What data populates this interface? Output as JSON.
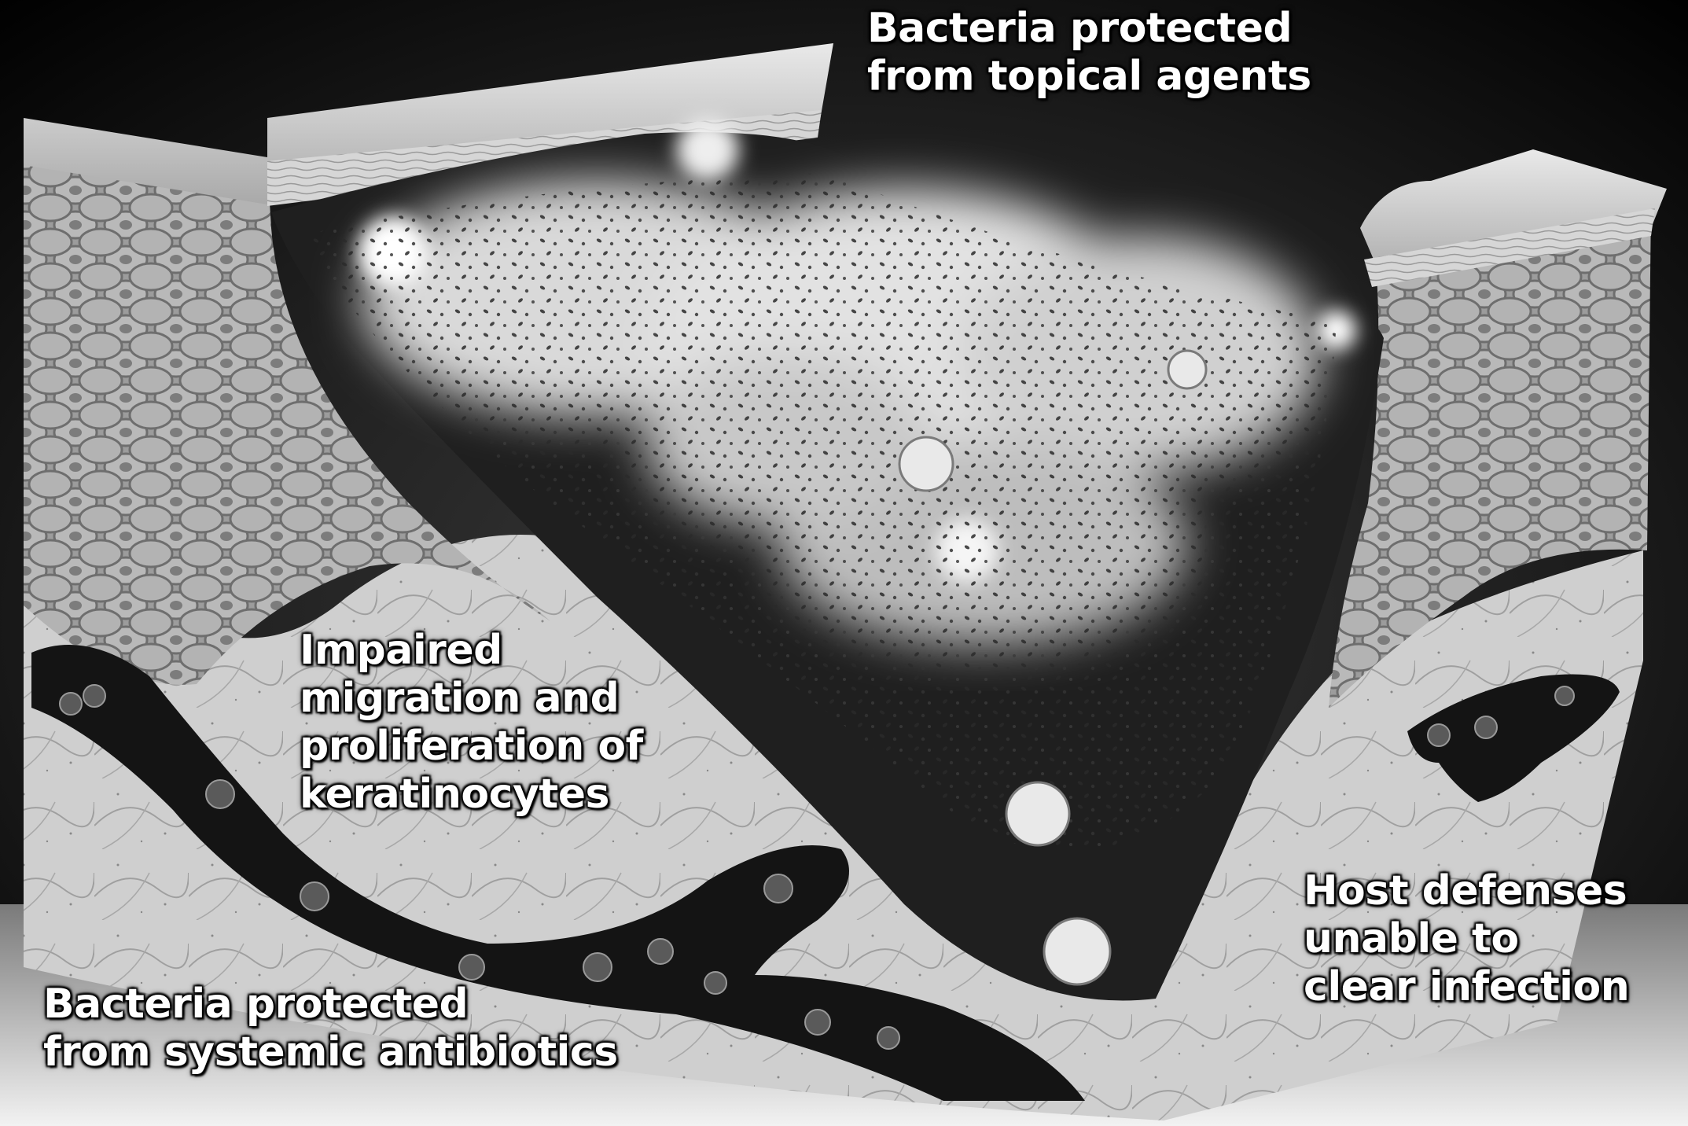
{
  "labels": {
    "topical": {
      "lines": [
        "Bacteria protected",
        "from topical agents"
      ]
    },
    "impaired": {
      "lines": [
        "Impaired",
        "migration and",
        "proliferation of",
        "keratinocytes"
      ]
    },
    "host": {
      "lines": [
        "Host defenses",
        "unable to",
        "clear infection"
      ]
    },
    "systemic": {
      "lines": [
        "Bacteria protected",
        "from systemic antibiotics"
      ]
    }
  },
  "colors": {
    "background": "#000000",
    "label_text": "#ffffff",
    "tissue_light": "#c9c9c9",
    "tissue_mid": "#8a8a8a",
    "biofilm_dark": "#1a1a1a",
    "biofilm_glow": "#f2f2f2"
  }
}
